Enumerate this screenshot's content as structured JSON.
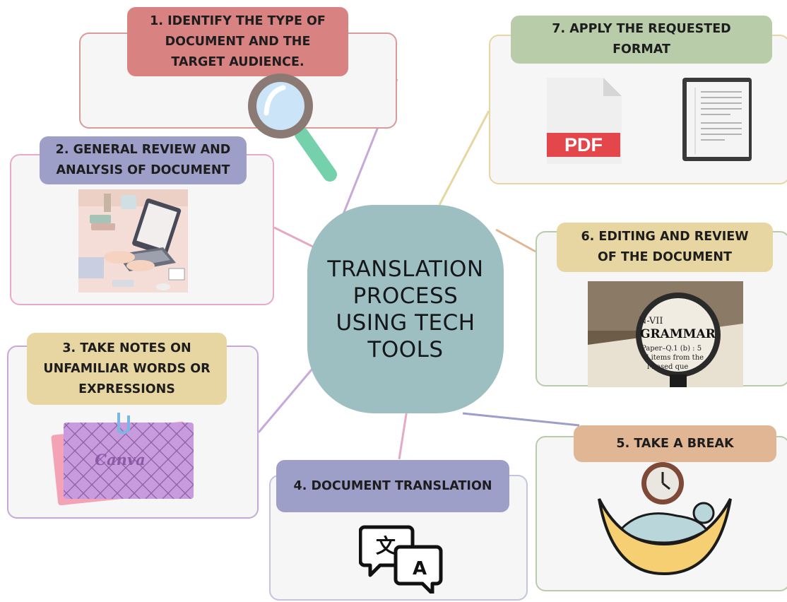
{
  "center": {
    "title": "TRANSLATION\nPROCESS\nUSING TECH\nTOOLS"
  },
  "steps": [
    {
      "label": "1.  IDENTIFY THE TYPE OF\nDOCUMENT AND THE\nTARGET AUDIENCE.",
      "color": "#d88282",
      "icon": "magnifier-icon"
    },
    {
      "label": "2. GENERAL REVIEW AND\nANALYSIS OF DOCUMENT",
      "color": "#9d9fc8",
      "icon": "laptop-desk-illustration"
    },
    {
      "label": "3.  TAKE NOTES ON\nUNFAMILIAR WORDS OR\nEXPRESSIONS",
      "color": "#e8d6a2",
      "icon": "canva-notes-illustration",
      "logo_text": "Canva"
    },
    {
      "label": "4. DOCUMENT TRANSLATION",
      "color": "#9d9fc8",
      "icon": "translate-icon",
      "glyph_a": "文",
      "glyph_b": "A"
    },
    {
      "label": "5. TAKE A BREAK",
      "color": "#e0b694",
      "icon": "hammock-clock-icon"
    },
    {
      "label": "6. EDITING AND REVIEW\nOF THE DOCUMENT",
      "color": "#e8d6a2",
      "icon": "grammar-magnifier-photo",
      "photo_text": [
        "N-VII",
        "GRAMMAR",
        "Paper–Q.1 (b) : 5",
        "d items from the",
        "l-based que"
      ]
    },
    {
      "label": "7.  APPLY THE REQUESTED\nFORMAT",
      "color": "#b9ccaa",
      "icon": "pdf-document-icons",
      "pdf_text": "PDF"
    }
  ]
}
